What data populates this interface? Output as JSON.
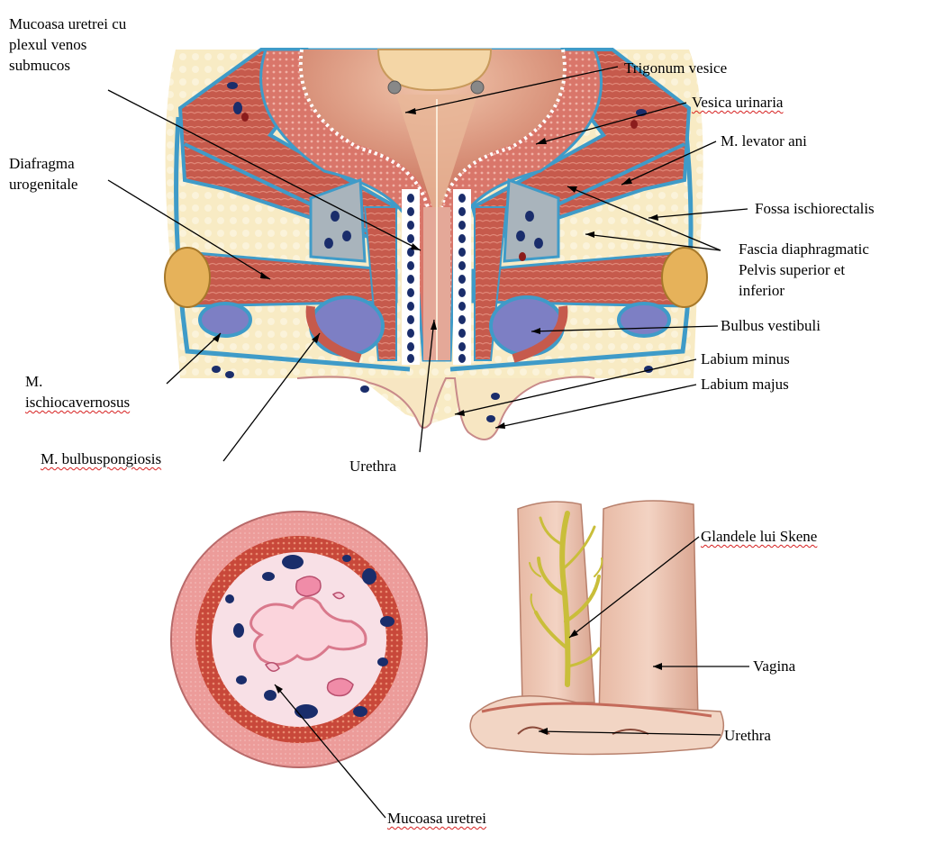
{
  "labels": {
    "mucoasa_plexul": [
      "Mucoasa uretrei cu",
      "plexul venos",
      "submucos"
    ],
    "diafragma": [
      "Diafragma",
      "urogenitale"
    ],
    "ischiocavernosus": [
      "M.",
      "ischiocavernosus"
    ],
    "bulbuspongiosis": "M. bulbuspongiosis",
    "urethra_top": "Urethra",
    "trigonum": "Trigonum vesice",
    "vesica": "Vesica urinaria",
    "levator": "M. levator ani",
    "fossa": "Fossa ischiorectalis",
    "fascia": [
      "Fascia diaphragmatic",
      "Pelvis superior et",
      "inferior"
    ],
    "bulbus": "Bulbus vestibuli",
    "labium_minus": "Labium minus",
    "labium_majus": "Labium majus",
    "glandele": "Glandele lui Skene",
    "vagina": "Vagina",
    "urethra_bottom": "Urethra",
    "mucoasa_uretrei": "Mucoasa uretrei"
  },
  "colors": {
    "muscle": "#c8554a",
    "muscle_light": "#e39a8c",
    "fat": "#f8e9c0",
    "fascia": "#3f9bc8",
    "bulb": "#7d7fc4",
    "gland": "#c9be3a",
    "vein": "#1a2d6b",
    "mucosa_pink": "#f4c9cf",
    "outer_ring": "#e78f8f"
  }
}
